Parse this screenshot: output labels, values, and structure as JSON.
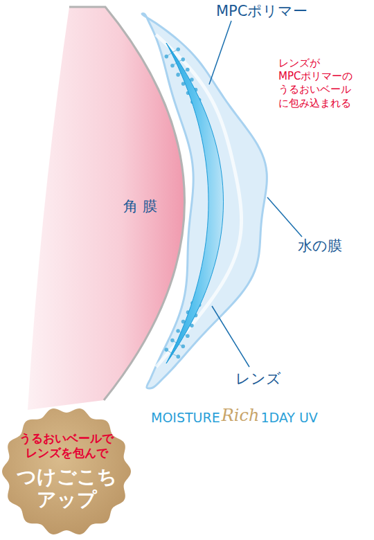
{
  "diagram": {
    "nodes": [
      {
        "text": [
          "角 膜"
        ]
      },
      {
        "text": [
          "うるおいベールで レンズを包んで",
          "つけごこち アップ"
        ]
      }
    ],
    "labels": [
      "MPCポリマー",
      "レンズが MPCポリマーの うるおいベール に包み込まれる",
      "水の膜",
      "レンズ",
      "MOISTURE",
      "Rich",
      "1DAY UV"
    ]
  }
}
